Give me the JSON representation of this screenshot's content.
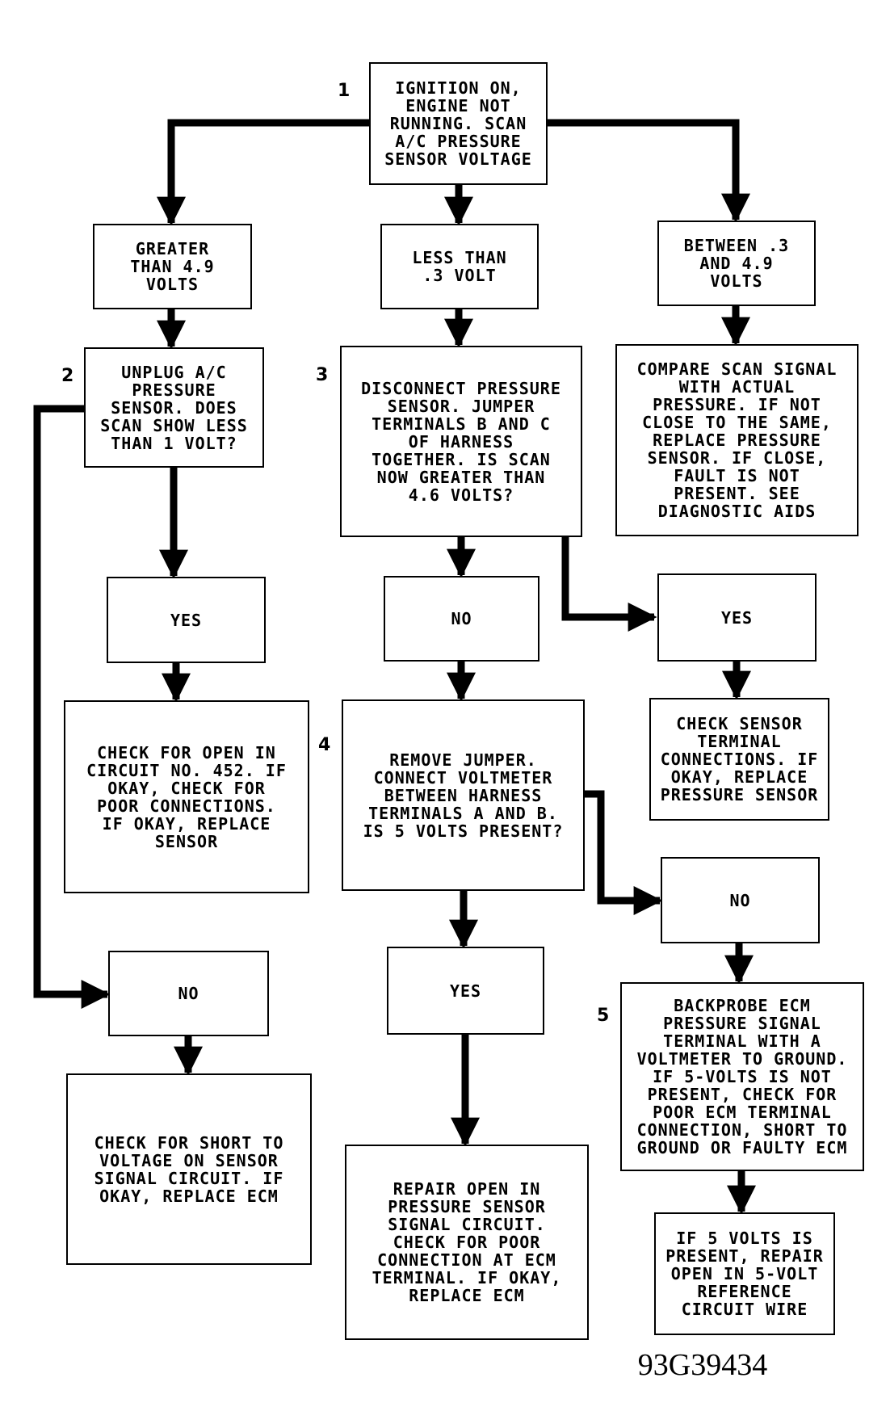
{
  "nodes": {
    "start": "IGNITION ON,\nENGINE NOT\nRUNNING. SCAN\nA/C PRESSURE\nSENSOR VOLTAGE",
    "greater_than_4_9": "GREATER\nTHAN 4.9\nVOLTS",
    "less_than_0_3": "LESS THAN\n.3 VOLT",
    "between": "BETWEEN .3\nAND 4.9\nVOLTS",
    "unplug_sensor": "UNPLUG A/C\nPRESSURE\nSENSOR. DOES\nSCAN SHOW LESS\nTHAN 1 VOLT?",
    "disconnect_sensor": "DISCONNECT PRESSURE\nSENSOR. JUMPER\nTERMINALS B AND C\nOF HARNESS\nTOGETHER. IS SCAN\nNOW GREATER THAN\n4.6 VOLTS?",
    "compare_scan": "COMPARE SCAN SIGNAL\nWITH ACTUAL\nPRESSURE. IF NOT\nCLOSE TO THE SAME,\nREPLACE PRESSURE\nSENSOR. IF CLOSE,\nFAULT IS NOT\nPRESENT. SEE\nDIAGNOSTIC AIDS",
    "yes_step2": "YES",
    "no_step3": "NO",
    "yes_step3": "YES",
    "check_open_452": "CHECK FOR OPEN IN\nCIRCUIT NO. 452. IF\nOKAY, CHECK FOR\nPOOR CONNECTIONS.\nIF OKAY, REPLACE\nSENSOR",
    "remove_jumper": "REMOVE JUMPER.\nCONNECT VOLTMETER\nBETWEEN HARNESS\nTERMINALS A AND B.\nIS 5 VOLTS PRESENT?",
    "check_sensor_terminal": "CHECK SENSOR\nTERMINAL\nCONNECTIONS. IF\nOKAY, REPLACE\nPRESSURE SENSOR",
    "no_step4": "NO",
    "no_step2": "NO",
    "yes_step4": "YES",
    "backprobe_ecm": "BACKPROBE ECM\nPRESSURE SIGNAL\nTERMINAL WITH A\nVOLTMETER TO GROUND.\nIF 5-VOLTS IS NOT\nPRESENT, CHECK FOR\nPOOR ECM TERMINAL\nCONNECTION, SHORT TO\nGROUND OR FAULTY ECM",
    "check_short_voltage": "CHECK FOR SHORT TO\nVOLTAGE ON SENSOR\nSIGNAL CIRCUIT. IF\nOKAY, REPLACE ECM",
    "repair_open": "REPAIR OPEN IN\nPRESSURE SENSOR\nSIGNAL CIRCUIT.\nCHECK FOR POOR\nCONNECTION AT ECM\nTERMINAL. IF OKAY,\nREPLACE ECM",
    "if_5_volts": "IF 5 VOLTS IS\nPRESENT, REPAIR\nOPEN IN 5-VOLT\nREFERENCE\nCIRCUIT WIRE"
  },
  "step_numbers": {
    "s1": "1",
    "s2": "2",
    "s3": "3",
    "s4": "4",
    "s5": "5"
  },
  "figure_id": "93G39434"
}
